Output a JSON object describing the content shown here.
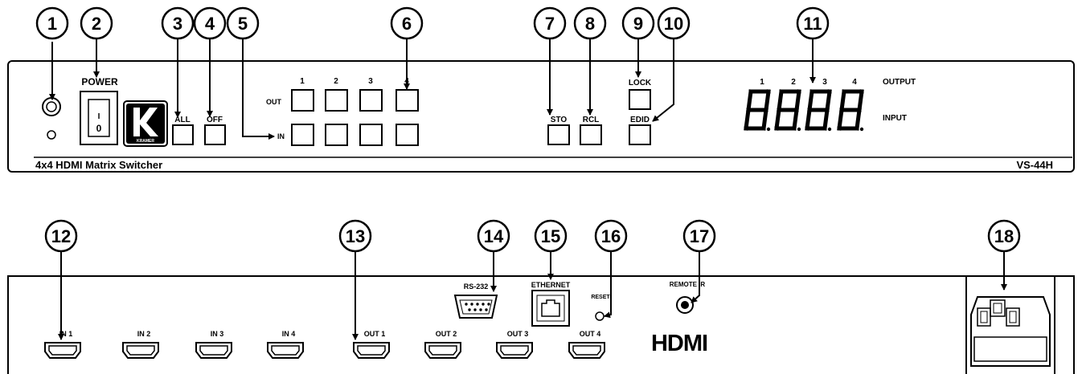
{
  "device": {
    "model": "VS-44H",
    "description": "4x4 HDMI Matrix Switcher",
    "brand_logo": "KRAMER"
  },
  "front_panel": {
    "power_label": "POWER",
    "power_on": "I",
    "power_off": "0",
    "all_label": "ALL",
    "off_label": "OFF",
    "out_label": "OUT",
    "in_label": "IN",
    "column_numbers": [
      "1",
      "2",
      "3",
      "4"
    ],
    "sto_label": "STO",
    "rcl_label": "RCL",
    "lock_label": "LOCK",
    "edid_label": "EDID",
    "output_label": "OUTPUT",
    "input_label": "INPUT",
    "display_numbers": [
      "1",
      "2",
      "3",
      "4"
    ]
  },
  "rear_panel": {
    "inputs": [
      "IN 1",
      "IN 2",
      "IN 3",
      "IN 4"
    ],
    "outputs": [
      "OUT 1",
      "OUT 2",
      "OUT 3",
      "OUT 4"
    ],
    "rs232_label": "RS-232",
    "ethernet_label": "ETHERNET",
    "reset_label": "RESET",
    "remote_ir_label": "REMOTE IR",
    "hdmi_logo": "HDMI"
  },
  "callouts": [
    "1",
    "2",
    "3",
    "4",
    "5",
    "6",
    "7",
    "8",
    "9",
    "10",
    "11",
    "12",
    "13",
    "14",
    "15",
    "16",
    "17",
    "18"
  ],
  "colors": {
    "line": "#000000",
    "background": "#ffffff"
  }
}
